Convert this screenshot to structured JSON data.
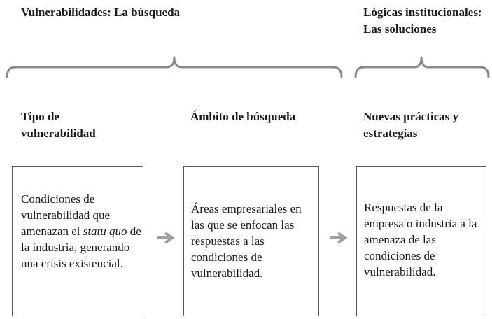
{
  "sections": {
    "search_title": "Vulnerabilidades: La búsqueda",
    "solutions_title": "Lógicas institucionales: Las soluciones"
  },
  "columns": [
    {
      "header": "Tipo de vulnerabilidad",
      "body_before": "Condiciones de vulnerabilidad que amenazan el ",
      "body_italic": "statu quo",
      "body_after": " de la industria, generando una crisis existencial."
    },
    {
      "header": "Ámbito de búsqueda",
      "body": "Áreas empresariales en las que se enfocan las respuestas a las condiciones de vulnerabilidad."
    },
    {
      "header": "Nuevas prácticas y estrategias",
      "body": "Respuestas de la empresa o industria a la amenaza de las condiciones de vulnerabilidad."
    }
  ],
  "colors": {
    "brace": "#8a8a8a",
    "arrow": "#a0a0a0",
    "box_border": "#555555"
  }
}
